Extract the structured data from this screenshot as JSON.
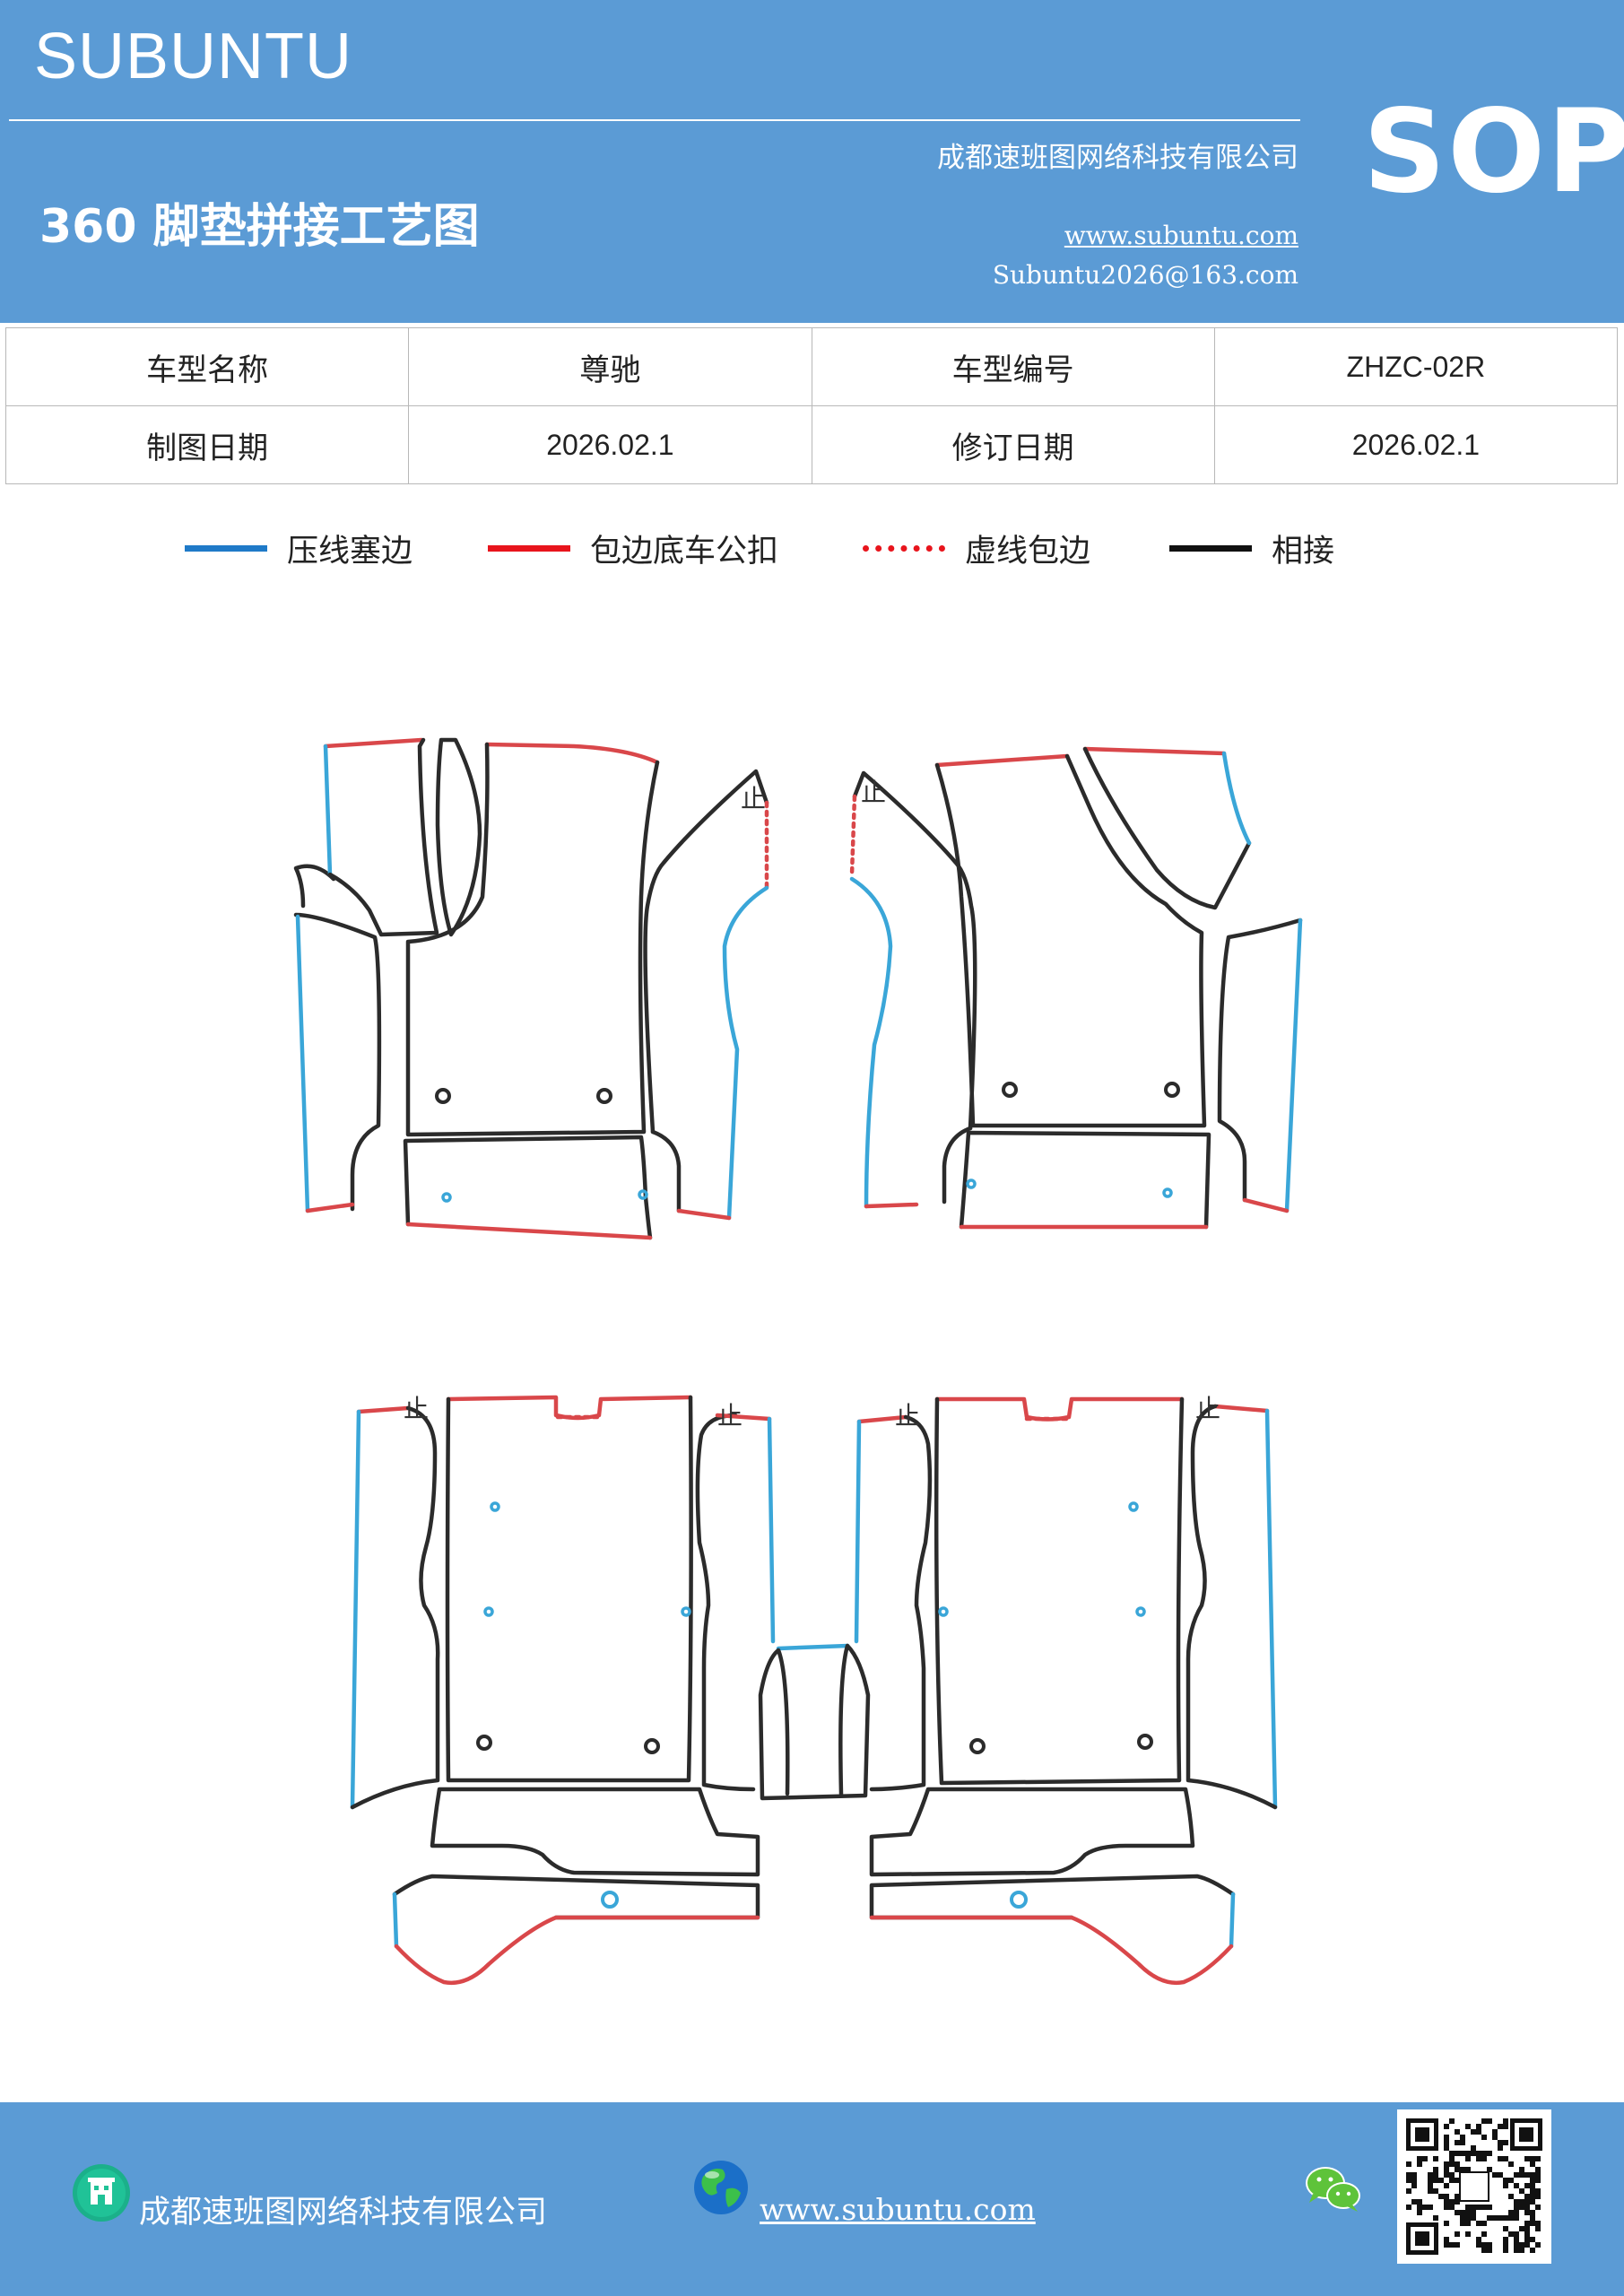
{
  "header": {
    "brand": "SUBUNTU",
    "company": "成都速班图网络科技有限公司",
    "title": "360 脚垫拼接工艺图",
    "website": "www.subuntu.com",
    "email": "Subuntu2026@163.com",
    "badge": "SOP"
  },
  "info_table": {
    "model_name_label": "车型名称",
    "model_name_value": "尊驰",
    "model_no_label": "车型编号",
    "model_no_value": "ZHZC-02R",
    "draw_date_label": "制图日期",
    "draw_date_value": "2026.02.1",
    "revise_date_label": "修订日期",
    "revise_date_value": "2026.02.1"
  },
  "legend": [
    {
      "label": "压线塞边",
      "color": "#1f7ac8",
      "style": "solid"
    },
    {
      "label": "包边底车公扣",
      "color": "#e8141c",
      "style": "solid"
    },
    {
      "label": "虚线包边",
      "color": "#e8141c",
      "style": "dotted"
    },
    {
      "label": "相接",
      "color": "#111111",
      "style": "solid"
    }
  ],
  "diagram": {
    "stop_mark": "止",
    "colors": {
      "outline": "#2b2b2b",
      "press": "#3aa6d8",
      "wrap": "#d9474a",
      "hole": "#2b2b2b",
      "dot": "#3aa6d8"
    }
  },
  "footer": {
    "company": "成都速班图网络科技有限公司",
    "website": "www.subuntu.com",
    "icons": [
      "building-icon",
      "globe-icon",
      "wechat-icon",
      "qr-code"
    ]
  }
}
